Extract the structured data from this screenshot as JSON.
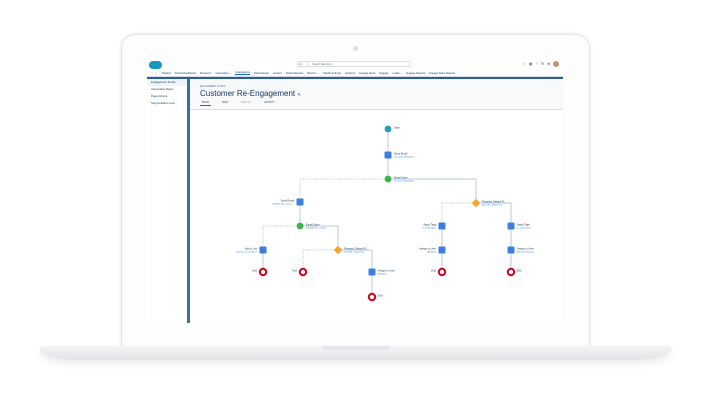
{
  "header": {
    "search_scope": "All",
    "search_placeholder": "Search Salesforce",
    "app_name": "Pardot"
  },
  "nav": [
    "Pardot Dashboard",
    "Prospects",
    "Campaigns ⌄",
    "Automations",
    "Pardot Email",
    "Content",
    "Pardot Reports",
    "Reports ⌄",
    "Pardot Settings",
    "Analytics",
    "Engage Alerts",
    "Engage",
    "Leads ⌄",
    "Engage Reports",
    "Engage Team Reports"
  ],
  "nav_active": "Automations",
  "sidebar": [
    "Engagement Studio",
    "Automation Rules",
    "Page Actions",
    "Segmentation Lists"
  ],
  "page": {
    "eyebrow": "ENGAGEMENT STUDIO",
    "title": "Customer Re-Engagement",
    "tabs": [
      "BUILD",
      "TEST",
      "REPORT",
      "ACTIVITY"
    ]
  },
  "flow": [
    {
      "type": "start",
      "label": "Start",
      "sub": ""
    },
    {
      "type": "action",
      "label": "Send Email",
      "sub": "Customer Newslette..."
    },
    {
      "type": "trigger",
      "label": "Email Open",
      "sub": "Customer Newslette..."
    },
    {
      "type": "action",
      "label": "Send Email",
      "sub": "6 Month disc. to bus..."
    },
    {
      "type": "trigger",
      "label": "Email Open",
      "sub": "6 Month disc. to bus..."
    },
    {
      "type": "action",
      "label": "Add to List",
      "sub": "Inactive Lenses Base"
    },
    {
      "type": "end",
      "label": "End",
      "sub": ""
    },
    {
      "type": "rule",
      "label": "Prospect Default Fi...",
      "sub": "Job Title contains ba..."
    },
    {
      "type": "end",
      "label": "End",
      "sub": ""
    },
    {
      "type": "action",
      "label": "Assign to User",
      "sub": "Bill Bask"
    },
    {
      "type": "end",
      "label": "End",
      "sub": ""
    },
    {
      "type": "rule",
      "label": "Prospect Default Fi...",
      "sub": "Job Title contains ba..."
    },
    {
      "type": "action",
      "label": "Apply Tags",
      "sub": "no email open"
    },
    {
      "type": "action",
      "label": "Assign to User",
      "sub": "Bill Bask"
    },
    {
      "type": "end",
      "label": "End",
      "sub": ""
    },
    {
      "type": "action",
      "label": "Apply Tags",
      "sub": "no email open"
    },
    {
      "type": "action",
      "label": "Assign to User",
      "sub": "Maureen Faherty"
    },
    {
      "type": "end",
      "label": "End",
      "sub": ""
    }
  ],
  "colors": {
    "start": "#2a9bb8",
    "action": "#3a7ee0",
    "trigger": "#3bb54a",
    "rule": "#f4a52a",
    "end": "#d0021b"
  }
}
